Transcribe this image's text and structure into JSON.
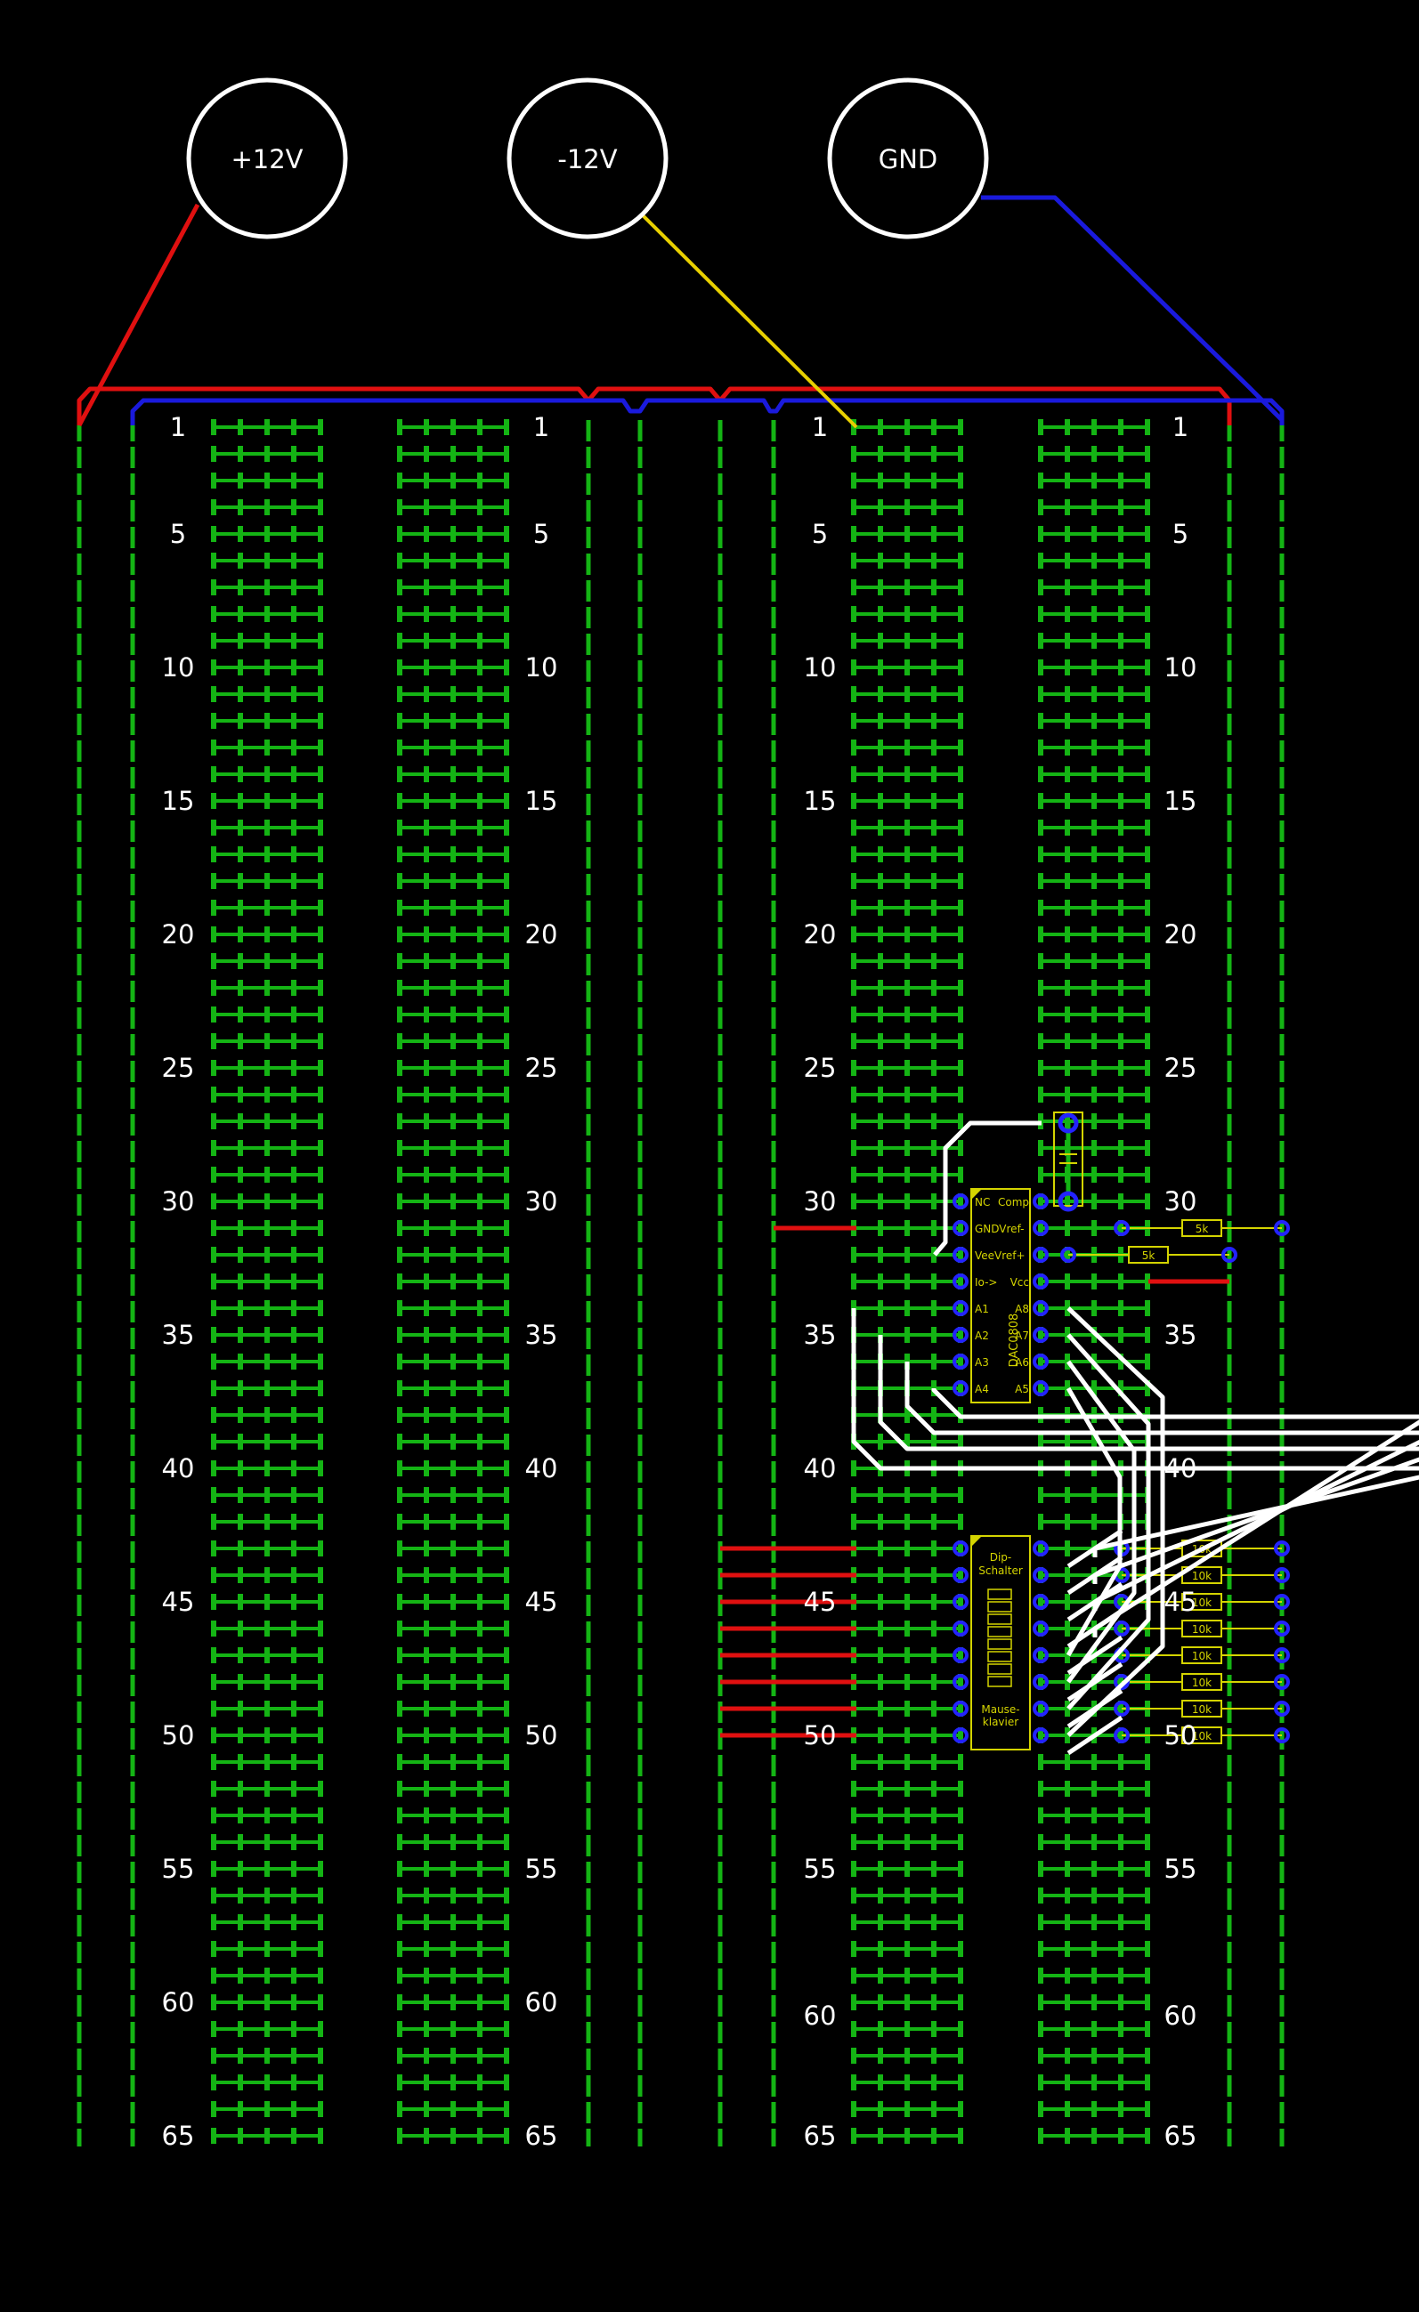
{
  "terminals": [
    {
      "id": "p12",
      "label": "+12V"
    },
    {
      "id": "m12",
      "label": "-12V"
    },
    {
      "id": "gnd",
      "label": "GND"
    }
  ],
  "row_labels": [
    "1",
    "5",
    "10",
    "15",
    "20",
    "25",
    "30",
    "35",
    "40",
    "45",
    "50",
    "55",
    "60",
    "65"
  ],
  "chips": {
    "dac": {
      "name": "DAC0808",
      "left_pins": [
        "NC",
        "GNDVref-",
        "VeeVref+",
        "Io->",
        "A1",
        "A2",
        "A3",
        "A4"
      ],
      "right_pins": [
        "Comp",
        "",
        "",
        "Vcc",
        "A8",
        "A7",
        "A6",
        "A5"
      ]
    },
    "dip": {
      "title_lines": [
        "Dip-",
        "Schalter"
      ],
      "footer_lines": [
        "Mause-",
        "klavier"
      ]
    }
  },
  "resistors": {
    "dac": [
      "5k",
      "5k"
    ],
    "dip": [
      "10k",
      "10k",
      "10k",
      "10k",
      "10k",
      "10k",
      "10k",
      "10k"
    ]
  },
  "colors": {
    "background": "#000000",
    "strip": "#14b414",
    "plus12": "#e01010",
    "minus12": "#e8d000",
    "gnd": "#1a1adc",
    "jumper": "#ffffff",
    "pad": "#2323ff",
    "component": "#d4d400",
    "label": "#ffffff"
  }
}
